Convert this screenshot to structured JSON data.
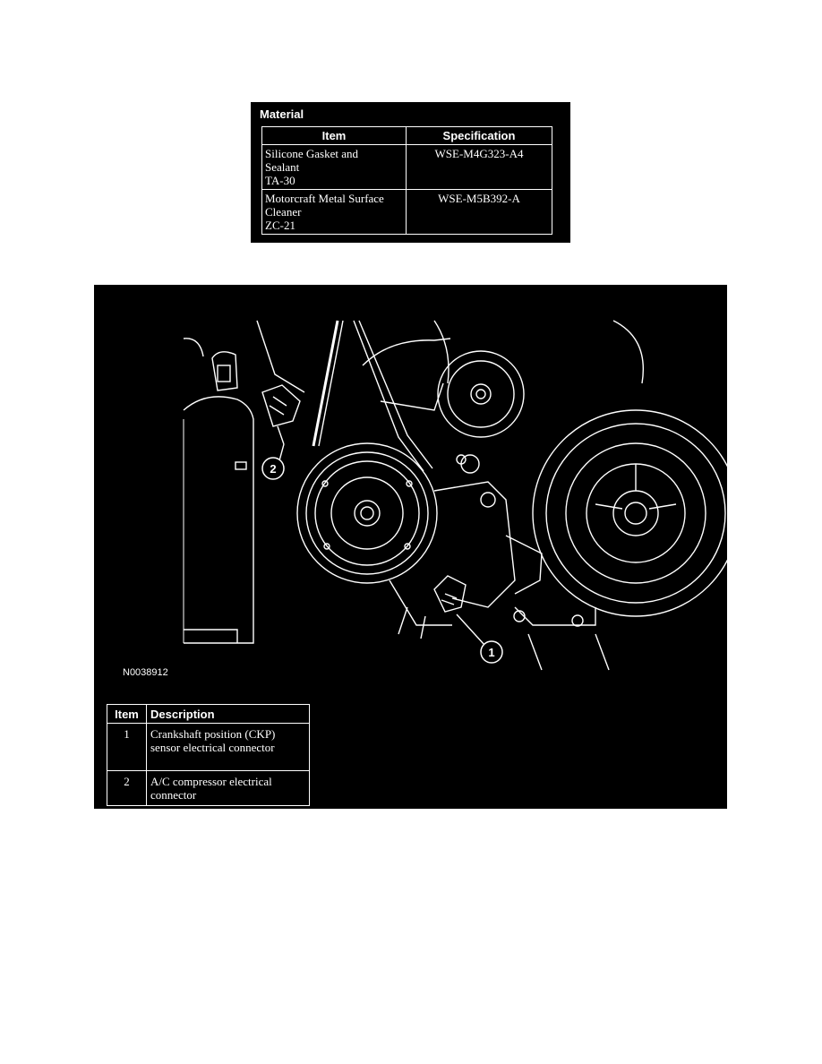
{
  "material": {
    "title": "Material",
    "headers": {
      "item": "Item",
      "specification": "Specification"
    },
    "rows": [
      {
        "item_lines": [
          "Silicone Gasket and",
          "Sealant",
          "TA-30"
        ],
        "spec": "WSE-M4G323-A4"
      },
      {
        "item_lines": [
          "Motorcraft Metal Surface",
          "Cleaner",
          "ZC-21"
        ],
        "spec": "WSE-M5B392-A"
      }
    ]
  },
  "figure": {
    "id": "N0038912",
    "callouts": [
      "1",
      "2"
    ],
    "legend": {
      "headers": {
        "item": "Item",
        "description": "Description"
      },
      "rows": [
        {
          "item": "1",
          "desc_lines": [
            "Crankshaft position (CKP)",
            "sensor electrical connector"
          ]
        },
        {
          "item": "2",
          "desc_lines": [
            "A/C compressor electrical",
            "connector"
          ]
        }
      ]
    }
  }
}
